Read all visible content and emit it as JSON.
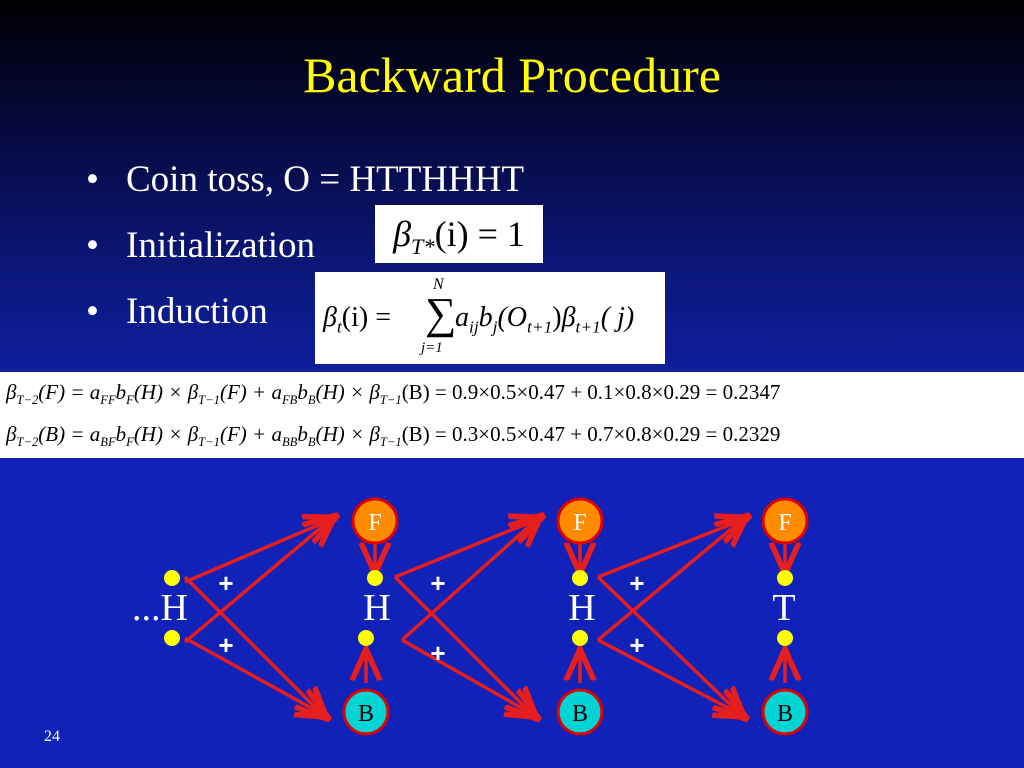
{
  "slide": {
    "title": "Backward Procedure",
    "page_number": "24"
  },
  "bullets": [
    {
      "marker": "•",
      "text": "Coin toss, O = HTTHHHT"
    },
    {
      "marker": "•",
      "text": "Initialization"
    },
    {
      "marker": "•",
      "text": "Induction"
    }
  ],
  "formulas": {
    "init": {
      "beta": "β",
      "sub": "T*",
      "rest": "(i) = 1"
    },
    "induction": {
      "lhs_beta": "β",
      "lhs_sub": "t",
      "lhs_arg": "(i) =",
      "sum_top": "N",
      "sum_sym": "∑",
      "sum_bottom": "j=1",
      "body_a": "a",
      "body_a_sub": "ij",
      "body_b": "b",
      "body_b_sub": "j",
      "body_o": "(O",
      "body_o_sub": "t+1",
      "body_close": ")",
      "body_beta": "β",
      "body_beta_sub": "t+1",
      "body_end": "( j)"
    }
  },
  "equations": [
    {
      "beta": "β",
      "sub": "T−2",
      "text": "(F) = a",
      "a1sub": "FF",
      "b1": "b",
      "b1sub": "F",
      "mid1": "(H) × β",
      "m1sub": "T−1",
      "mid2": "(F) + a",
      "a2sub": "FB",
      "b2": "b",
      "b2sub": "B",
      "mid3": "(H) × β",
      "m3sub": "T−1",
      "tail": "(B) = 0.9×0.5×0.47 + 0.1×0.8×0.29 = 0.2347"
    },
    {
      "beta": "β",
      "sub": "T−2",
      "text": "(B) = a",
      "a1sub": "BF",
      "b1": "b",
      "b1sub": "F",
      "mid1": "(H) × β",
      "m1sub": "T−1",
      "mid2": "(F) + a",
      "a2sub": "BB",
      "b2": "b",
      "b2sub": "B",
      "mid3": "(H) × β",
      "m3sub": "T−1",
      "tail": "(B) = 0.3×0.5×0.47 + 0.7×0.8×0.29 = 0.2329"
    }
  ],
  "diagram": {
    "observations": [
      "...H",
      "H",
      "H",
      "T"
    ],
    "top_nodes": [
      "F",
      "F",
      "F"
    ],
    "bottom_nodes": [
      "B",
      "B",
      "B"
    ],
    "plus_labels": [
      "+",
      "+",
      "+",
      "+",
      "+",
      "+"
    ],
    "colors": {
      "top_node_fill": "#ff8c00",
      "bottom_node_fill": "#00d4d4",
      "node_border": "#e00000",
      "arrow": "#e61e1e",
      "dot": "#ffff00"
    }
  }
}
